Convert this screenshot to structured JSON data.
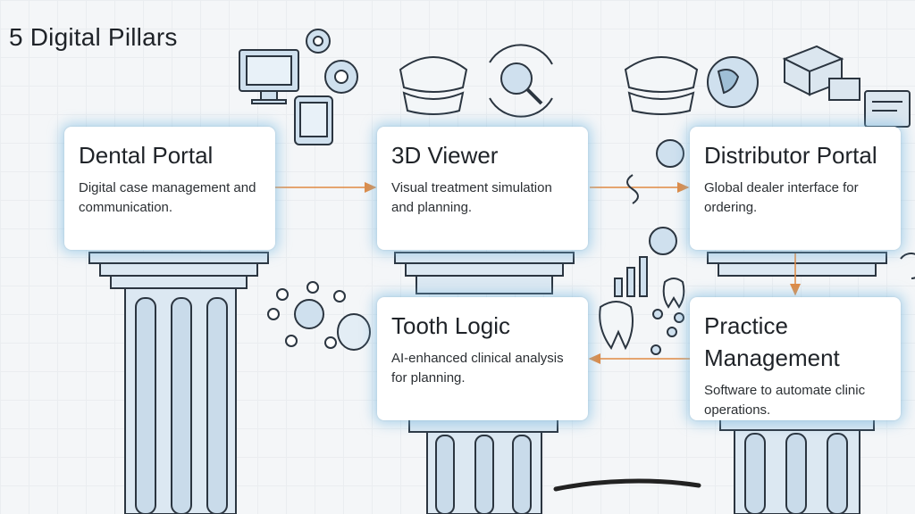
{
  "title": "5 Digital Pillars",
  "cards": {
    "dental_portal": {
      "title": "Dental Portal",
      "desc": "Digital case management and communication."
    },
    "viewer_3d": {
      "title": "3D Viewer",
      "desc": "Visual treatment simulation and planning."
    },
    "distributor_portal": {
      "title": "Distributor Portal",
      "desc": "Global dealer interface for ordering."
    },
    "tooth_logic": {
      "title": "Tooth Logic",
      "desc": "AI-enhanced clinical analysis for planning."
    },
    "practice_management": {
      "title": "Practice Management",
      "desc": "Software to automate clinic operations."
    }
  },
  "colors": {
    "pillar_fill": "#dce8f2",
    "pillar_stroke": "#2b3540",
    "arrow": "#e08a43",
    "card_glow": "#78b9e1"
  },
  "icons": [
    "monitor-icon",
    "gear-icon",
    "tablet-icon",
    "dentures-icon",
    "search-refresh-icon",
    "globe-icon",
    "box-icon",
    "currency-icon",
    "tooth-icon",
    "brain-network-icon"
  ]
}
